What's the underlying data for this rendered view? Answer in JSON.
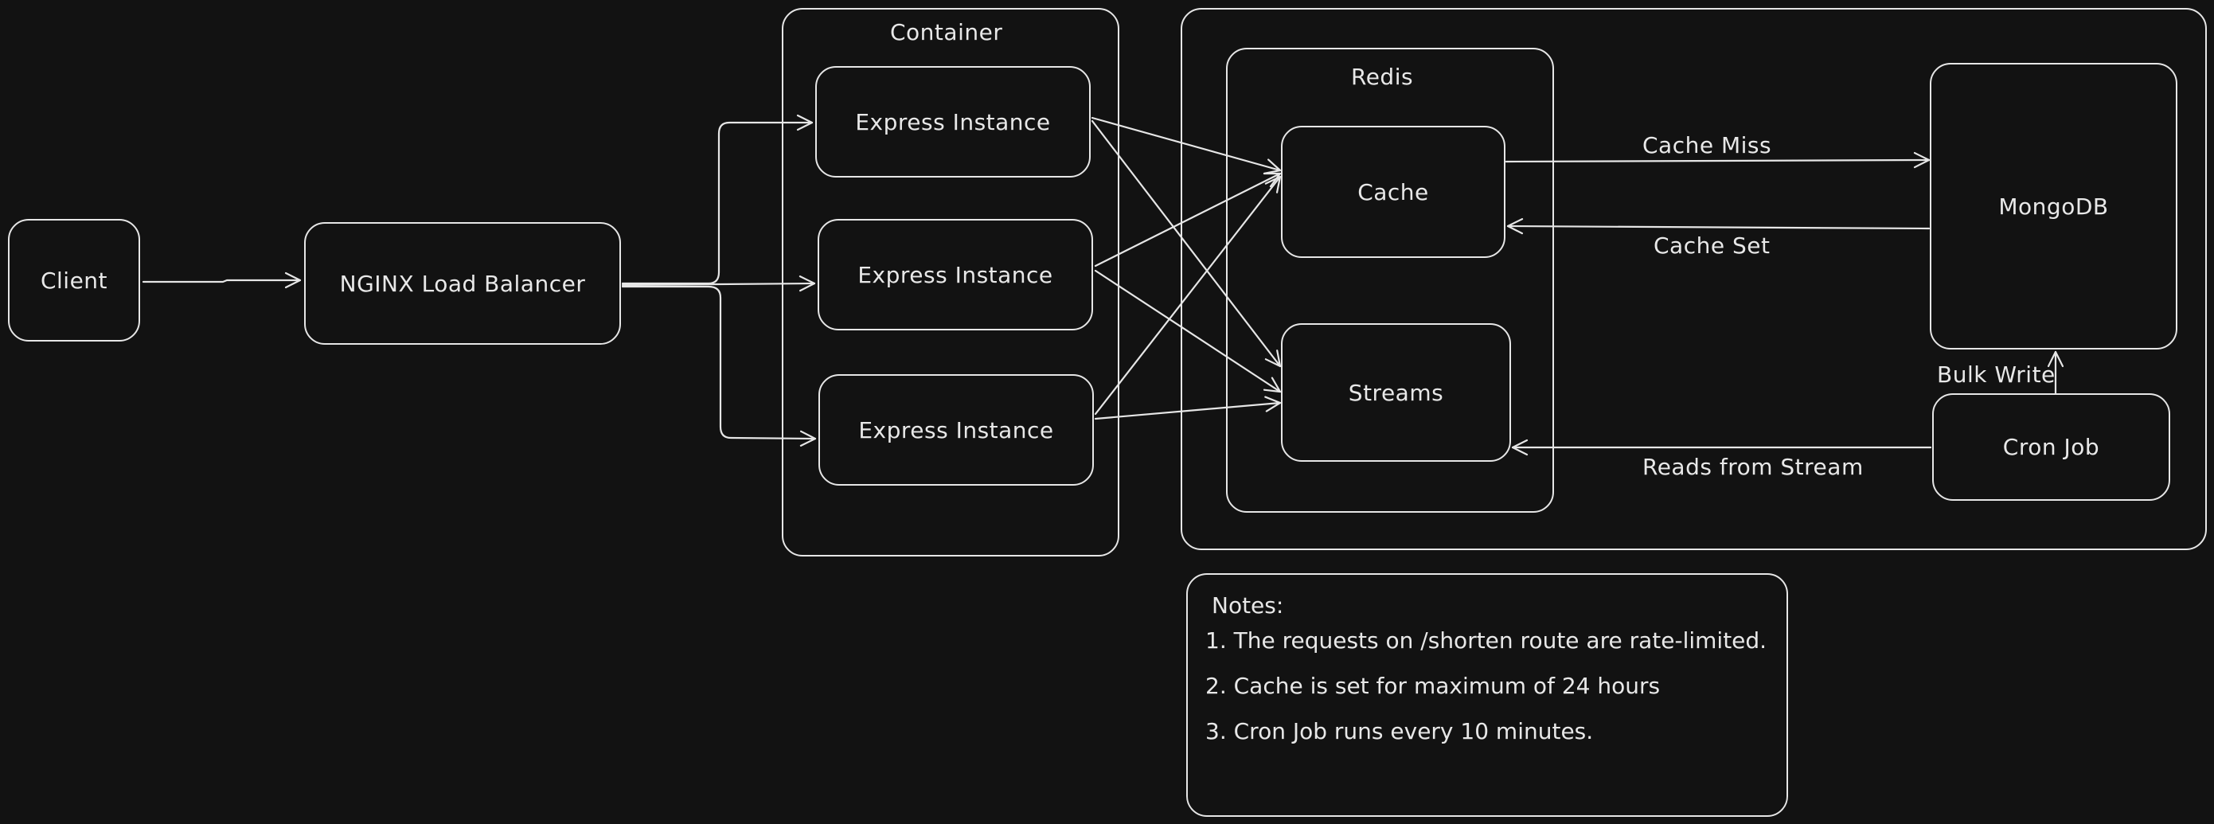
{
  "nodes": {
    "client": "Client",
    "nginx": "NGINX Load Balancer",
    "express1": "Express Instance",
    "express2": "Express Instance",
    "express3": "Express Instance",
    "cache": "Cache",
    "streams": "Streams",
    "mongodb": "MongoDB",
    "cron": "Cron Job"
  },
  "groups": {
    "container": "Container",
    "redis": "Redis"
  },
  "edges": {
    "cache_miss": "Cache Miss",
    "cache_set": "Cache Set",
    "bulk_write": "Bulk Write",
    "reads_from_stream": "Reads from Stream"
  },
  "notes": {
    "title": "Notes:",
    "items": [
      "1. The requests on /shorten route are rate-limited.",
      "2. Cache is set for maximum of 24 hours",
      "3. Cron Job runs every 10 minutes."
    ]
  }
}
